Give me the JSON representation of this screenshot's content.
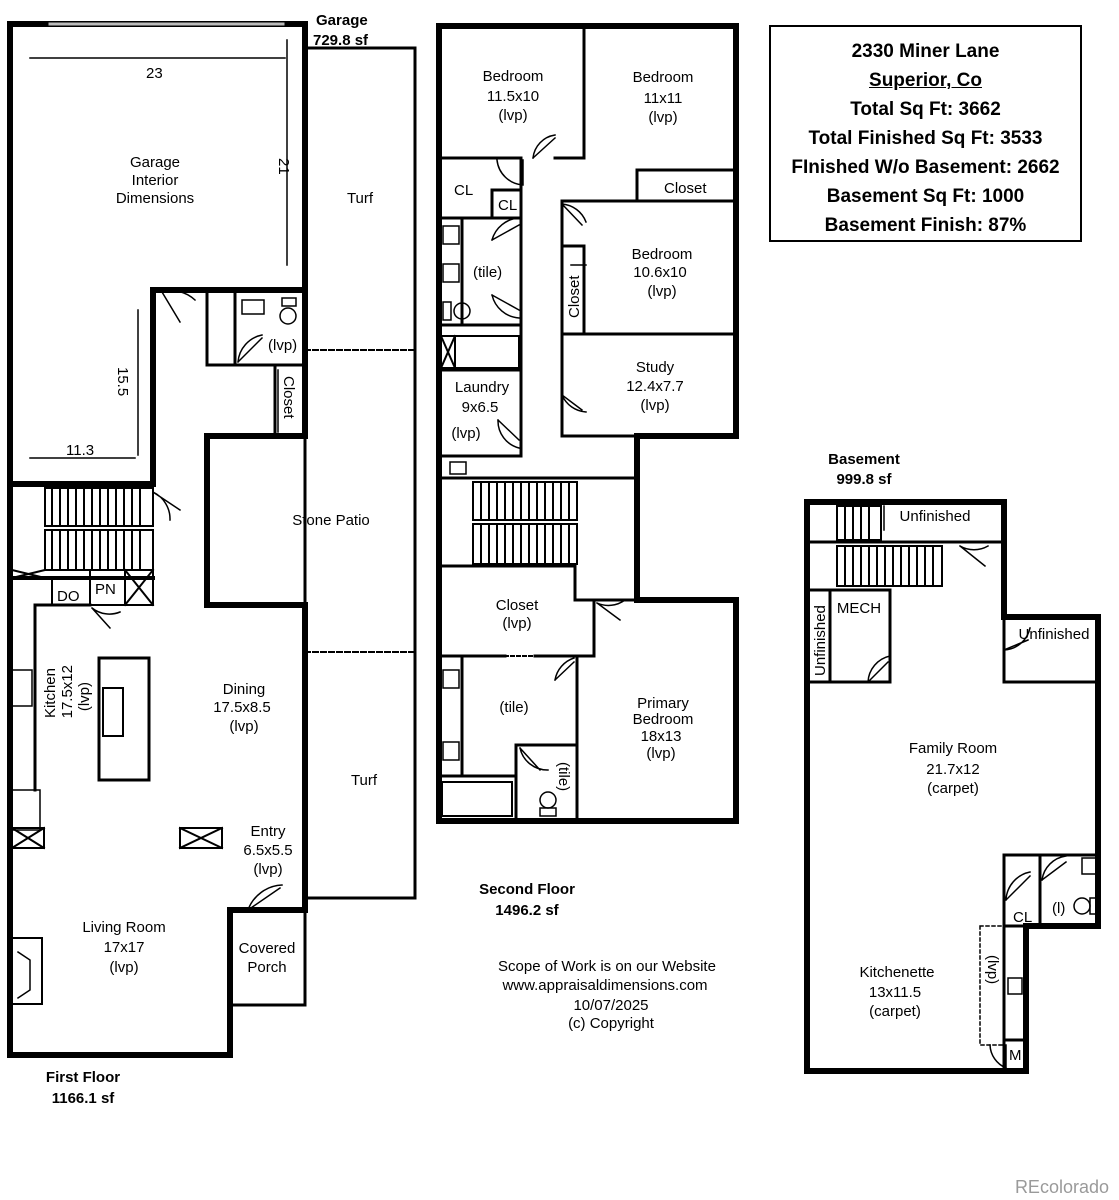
{
  "property": {
    "address": "2330 Miner Lane",
    "city": "Superior, Co",
    "total_sq_ft": "Total Sq Ft: 3662",
    "total_finished_sq_ft": "Total Finished Sq Ft: 3533",
    "finished_without_basement": "FInished W/o Basement: 2662",
    "basement_sq_ft": "Basement Sq Ft: 1000",
    "basement_finish": "Basement Finish: 87%"
  },
  "first_floor": {
    "title": "First Floor",
    "area": "1166.1 sf",
    "garage_title": "Garage",
    "garage_area": "729.8 sf",
    "garage_label": [
      "Garage",
      "Interior",
      "Dimensions"
    ],
    "dim_23": "23",
    "dim_21": "21",
    "dim_15_5": "15.5",
    "dim_11_3": "11.3",
    "turf_upper": "Turf",
    "turf_lower": "Turf",
    "stone_patio": "Stone Patio",
    "half_bath": "(lvp)",
    "closet": "Closet",
    "do": "DO",
    "pn": "PN",
    "kitchen": [
      "Kitchen",
      "17.5x12",
      "(lvp)"
    ],
    "dining": [
      "Dining",
      "17.5x8.5",
      "(lvp)"
    ],
    "entry": [
      "Entry",
      "6.5x5.5",
      "(lvp)"
    ],
    "living": [
      "Living Room",
      "17x17",
      "(lvp)"
    ],
    "porch": [
      "Covered",
      "Porch"
    ]
  },
  "second_floor": {
    "title": "Second Floor",
    "area": "1496.2 sf",
    "bedroom1": [
      "Bedroom",
      "11.5x10",
      "(lvp)"
    ],
    "bedroom2": [
      "Bedroom",
      "11x11",
      "(lvp)"
    ],
    "bedroom3": [
      "Bedroom",
      "10.6x10",
      "(lvp)"
    ],
    "cl1": "CL",
    "cl2": "CL",
    "closet_b2": "Closet",
    "closet_b3": "Closet",
    "bath_tile": "(tile)",
    "laundry": [
      "Laundry",
      "9x6.5",
      "(lvp)"
    ],
    "study": [
      "Study",
      "12.4x7.7",
      "(lvp)"
    ],
    "closet_lvp": [
      "Closet",
      "(lvp)"
    ],
    "primary_bath_tile": "(tile)",
    "shower_tile": "(tile)",
    "primary": [
      "Primary",
      "Bedroom",
      "18x13",
      "(lvp)"
    ]
  },
  "basement": {
    "title": "Basement",
    "area": "999.8 sf",
    "unfinished_top": "Unfinished",
    "unfinished_left": "Unfinished",
    "mech": "MECH",
    "unfinished_right": "Unfinished",
    "family": [
      "Family Room",
      "21.7x12",
      "(carpet)"
    ],
    "cl": "CL",
    "bath_l": "(l)",
    "lvp": "(lvp)",
    "kitchenette": [
      "Kitchenette",
      "13x11.5",
      "(carpet)"
    ],
    "m": "M"
  },
  "footer": {
    "scope": "Scope of Work is on our Website",
    "website": "www.appraisaldimensions.com",
    "date": "10/07/2025",
    "copyright": "(c) Copyright"
  },
  "watermark": "REcolorado"
}
